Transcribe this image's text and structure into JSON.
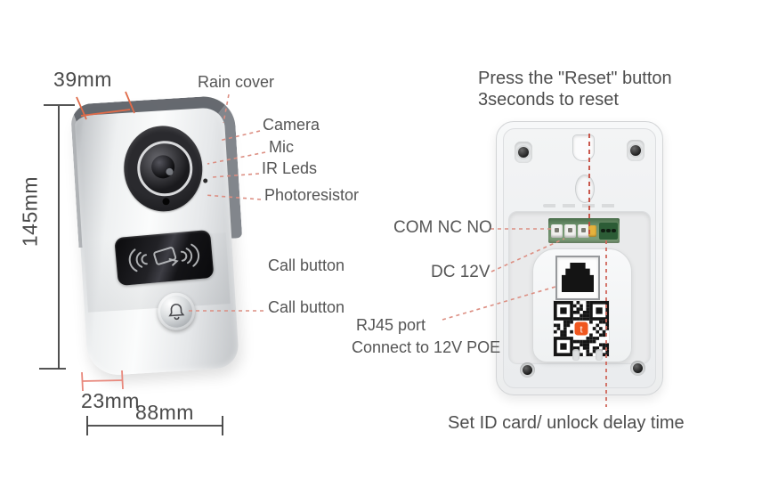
{
  "front_view": {
    "dimensions": {
      "top_width": "39mm",
      "height": "145mm",
      "bottom_depth": "23mm",
      "bottom_width": "88mm"
    },
    "labels": {
      "rain_cover": "Rain cover",
      "camera": "Camera",
      "mic": "Mic",
      "ir_leds": "IR Leds",
      "photoresistor": "Photoresistor",
      "call_button_upper": "Call button",
      "call_button_lower": "Call button"
    }
  },
  "back_view": {
    "labels": {
      "reset_line1": "Press the \"Reset\" button",
      "reset_line2": "3seconds to reset",
      "com_nc_no": "COM NC NO",
      "dc_12v": "DC 12V",
      "rj45_line1": "RJ45 port",
      "rj45_line2": "Connect to 12V POE",
      "set_id_card": "Set ID card/ unlock delay time"
    }
  },
  "colors": {
    "annotation_text": "#4e4e4e",
    "leader_dash": "#dc8e82",
    "reset_dash": "#c4473a",
    "set_id_dash": "#d0685c",
    "dimension_orange": "#e06a48",
    "dimension_red": "#e8887c",
    "dimension_dark": "#3d3d3d",
    "pcb_green": "#6f936d",
    "qr_logo_orange": "#f0571f"
  }
}
